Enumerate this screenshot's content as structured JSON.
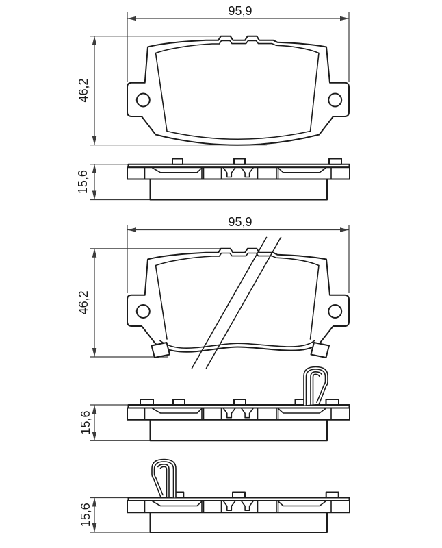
{
  "drawing": {
    "background": "#ffffff",
    "line_color": "#1c1c1c",
    "dimension_color": "#3c3c3c",
    "labels": {
      "front_width": "95,9",
      "front_height": "46,2",
      "profile_top_thickness": "15,6",
      "back_width": "95,9",
      "back_height": "46,2",
      "profile_mid_thickness": "15,6",
      "profile_bottom_thickness": "15,6"
    }
  }
}
